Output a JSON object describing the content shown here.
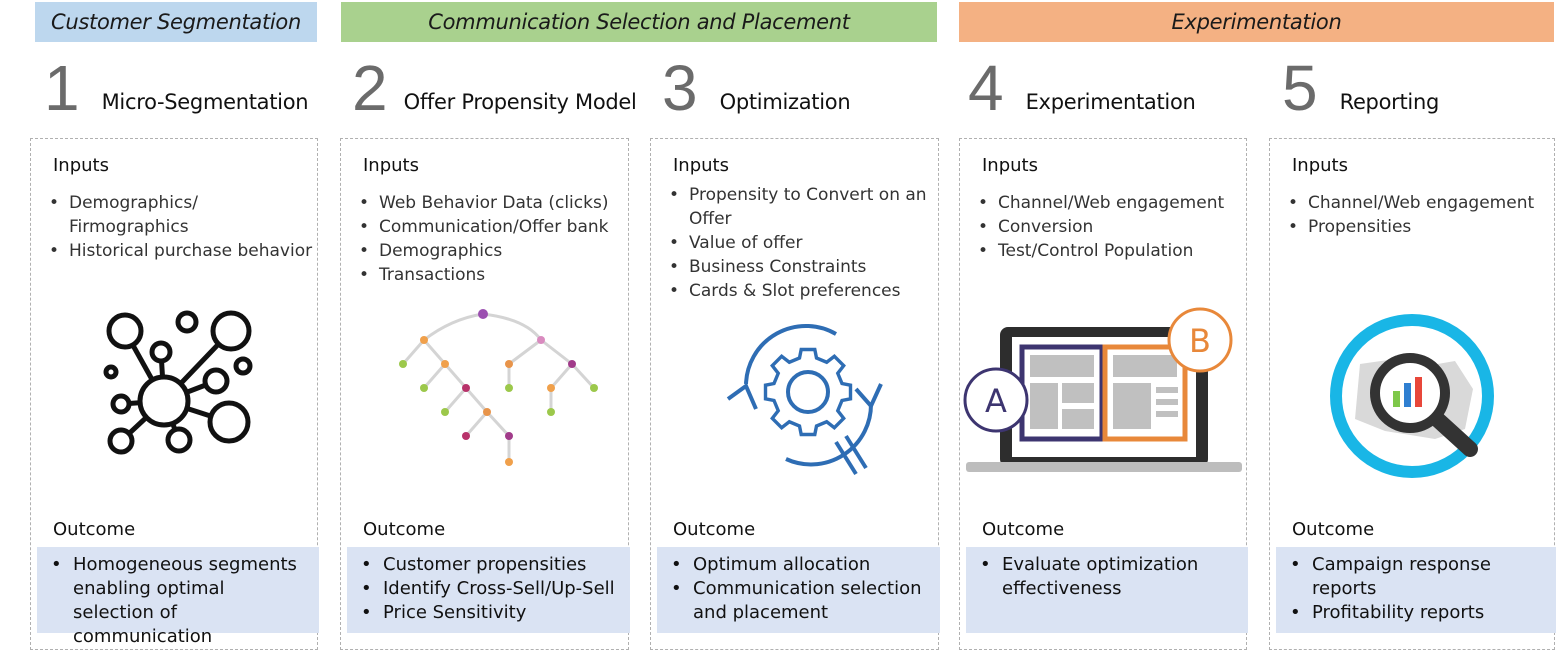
{
  "bands": [
    {
      "label": "Customer Segmentation",
      "color": "#bdd7ee"
    },
    {
      "label": "Communication Selection and Placement",
      "color": "#a9d18e"
    },
    {
      "label": "Experimentation",
      "color": "#f4b183"
    }
  ],
  "steps": [
    {
      "number": "1",
      "title": "Micro-Segmentation",
      "inputs_label": "Inputs",
      "inputs": [
        "Demographics/ Firmographics",
        "Historical purchase behavior"
      ],
      "illustration": "network-icon",
      "outcome_label": "Outcome",
      "outcomes": [
        "Homogeneous segments enabling optimal selection of communication"
      ]
    },
    {
      "number": "2",
      "title": "Offer Propensity Model",
      "inputs_label": "Inputs",
      "inputs": [
        "Web Behavior Data (clicks)",
        "Communication/Offer bank",
        "Demographics",
        "Transactions"
      ],
      "illustration": "decision-tree-icon",
      "outcome_label": "Outcome",
      "outcomes": [
        "Customer propensities",
        "Identify Cross-Sell/Up-Sell",
        "Price Sensitivity"
      ]
    },
    {
      "number": "3",
      "title": "Optimization",
      "inputs_label": "Inputs",
      "inputs": [
        "Propensity to Convert on an Offer",
        "Value of offer",
        "Business Constraints",
        "Cards & Slot preferences"
      ],
      "illustration": "gear-cycle-icon",
      "outcome_label": "Outcome",
      "outcomes": [
        "Optimum allocation",
        "Communication selection and placement"
      ]
    },
    {
      "number": "4",
      "title": "Experimentation",
      "inputs_label": "Inputs",
      "inputs": [
        "Channel/Web engagement",
        "Conversion",
        "Test/Control Population"
      ],
      "illustration": "ab-test-laptop-icon",
      "ab_labels": [
        "A",
        "B"
      ],
      "outcome_label": "Outcome",
      "outcomes": [
        "Evaluate optimization effectiveness"
      ]
    },
    {
      "number": "5",
      "title": "Reporting",
      "inputs_label": "Inputs",
      "inputs": [
        "Channel/Web engagement",
        "Propensities"
      ],
      "illustration": "magnifier-chart-icon",
      "outcome_label": "Outcome",
      "outcomes": [
        "Campaign response reports",
        "Profitability reports"
      ]
    }
  ]
}
